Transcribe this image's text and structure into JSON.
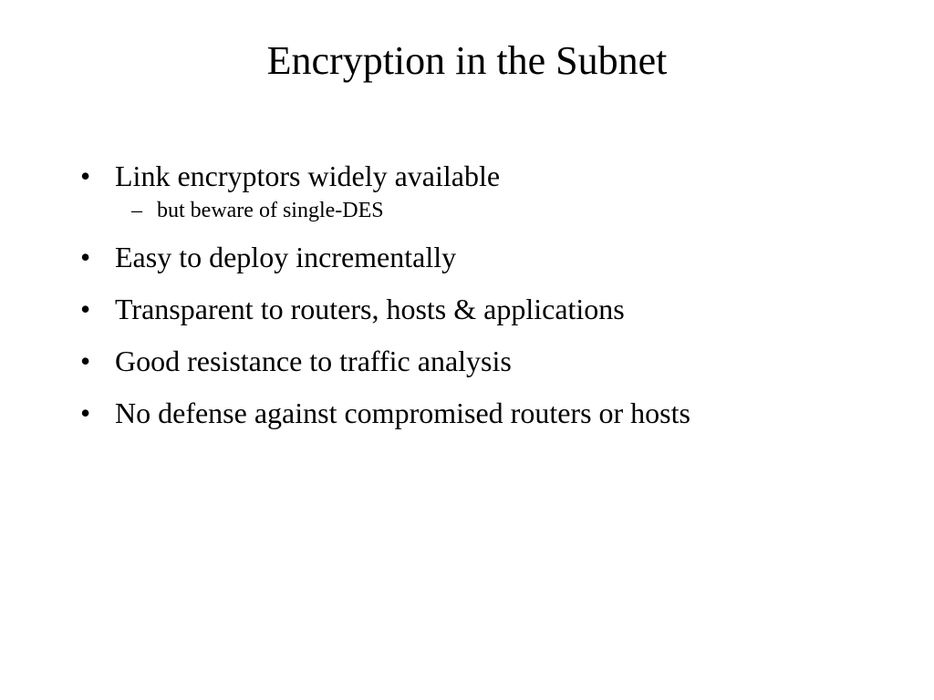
{
  "slide": {
    "title": "Encryption in the Subnet",
    "bullets": [
      {
        "text": "Link encryptors widely available",
        "sub": [
          "but beware of single-DES"
        ]
      },
      {
        "text": "Easy to deploy incrementally"
      },
      {
        "text": "Transparent to routers, hosts & applications"
      },
      {
        "text": "Good resistance to traffic analysis"
      },
      {
        "text": "No defense against compromised routers or hosts"
      }
    ],
    "bullet_glyph": "•",
    "sub_bullet_glyph": "–"
  }
}
